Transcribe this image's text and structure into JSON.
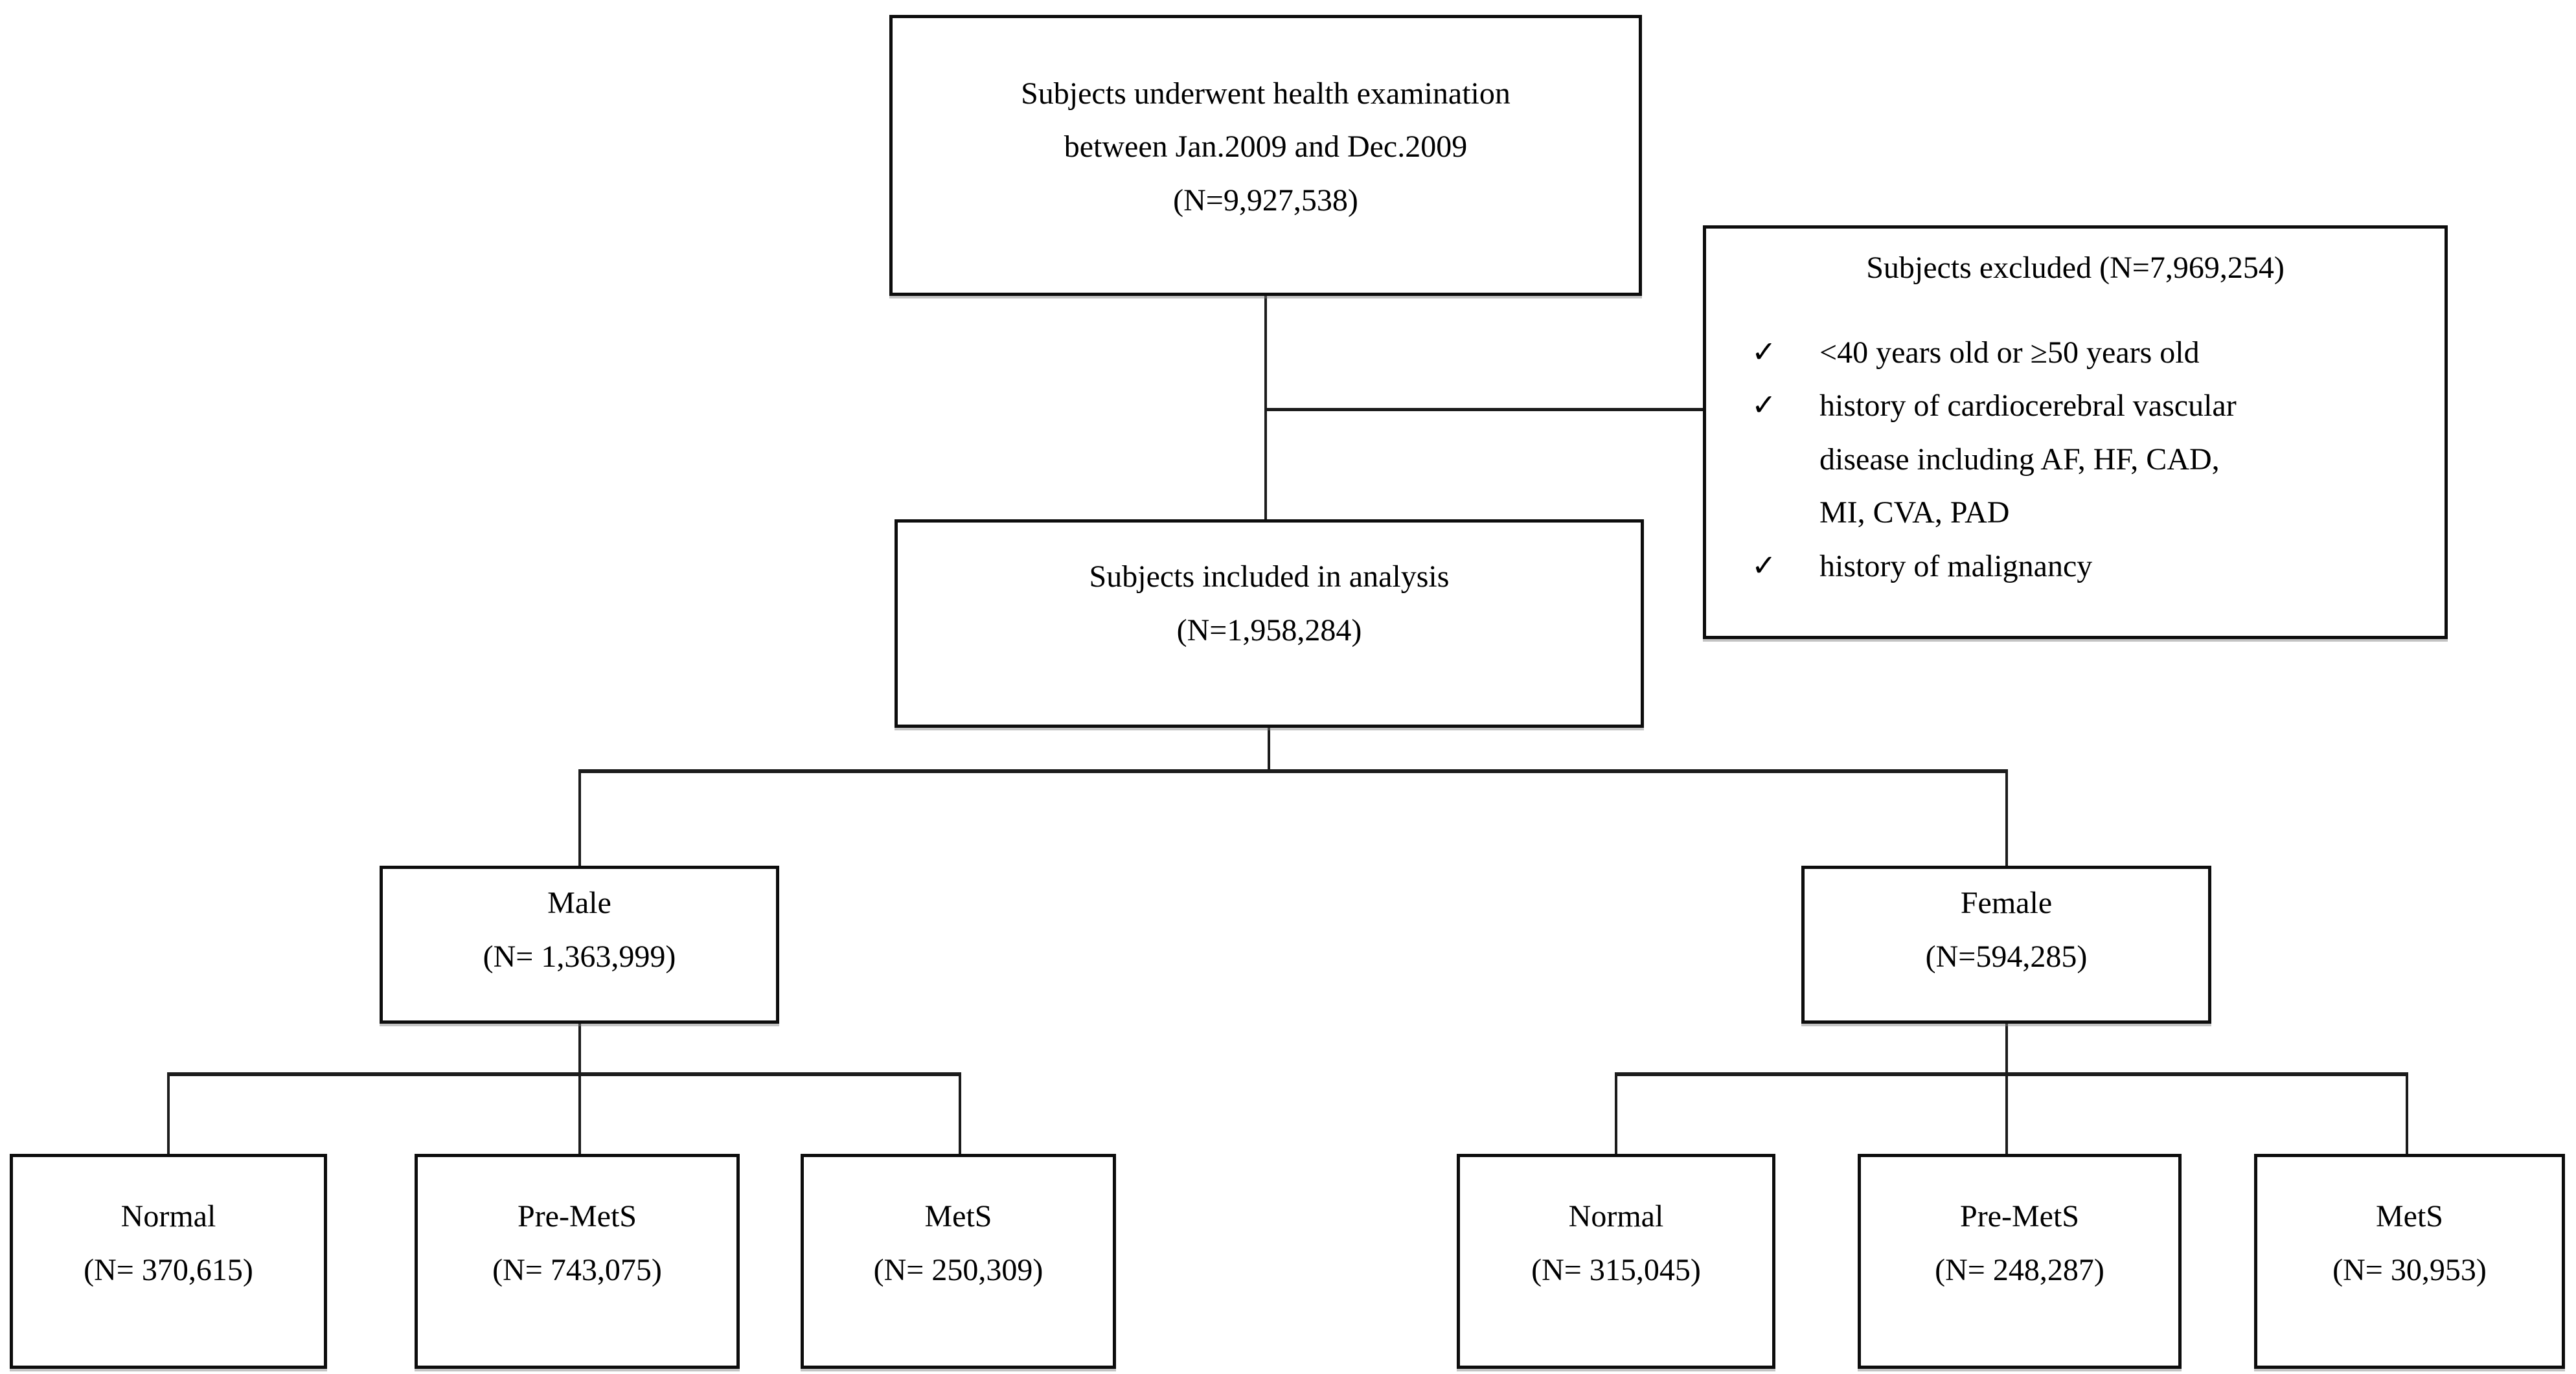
{
  "diagram": {
    "top": {
      "lines": [
        "Subjects underwent health examination",
        "between Jan.2009 and Dec.2009",
        "(N=9,927,538)"
      ]
    },
    "excluded": {
      "title": "Subjects excluded (N=7,969,254)",
      "bullet": "✓",
      "items": [
        "<40 years old or ≥50 years old",
        "history of cardiocerebral vascular\ndisease including AF, HF,  CAD,\nMI, CVA, PAD",
        "history of malignancy"
      ]
    },
    "included": {
      "lines": [
        "Subjects included in analysis",
        "(N=1,958,284)"
      ]
    },
    "male": {
      "lines": [
        "Male",
        "(N= 1,363,999)"
      ]
    },
    "female": {
      "lines": [
        "Female",
        "(N=594,285)"
      ]
    },
    "male_children": [
      {
        "lines": [
          "Normal",
          "(N= 370,615)"
        ]
      },
      {
        "lines": [
          "Pre-MetS",
          "(N= 743,075)"
        ]
      },
      {
        "lines": [
          "MetS",
          "(N= 250,309)"
        ]
      }
    ],
    "female_children": [
      {
        "lines": [
          "Normal",
          "(N= 315,045)"
        ]
      },
      {
        "lines": [
          "Pre-MetS",
          "(N= 248,287)"
        ]
      },
      {
        "lines": [
          "MetS",
          "(N= 30,953)"
        ]
      }
    ]
  },
  "colors": {
    "background": "#ffffff",
    "box_border": "#0d0d0d",
    "connector": "#1c1c1c",
    "text": "#000000"
  }
}
